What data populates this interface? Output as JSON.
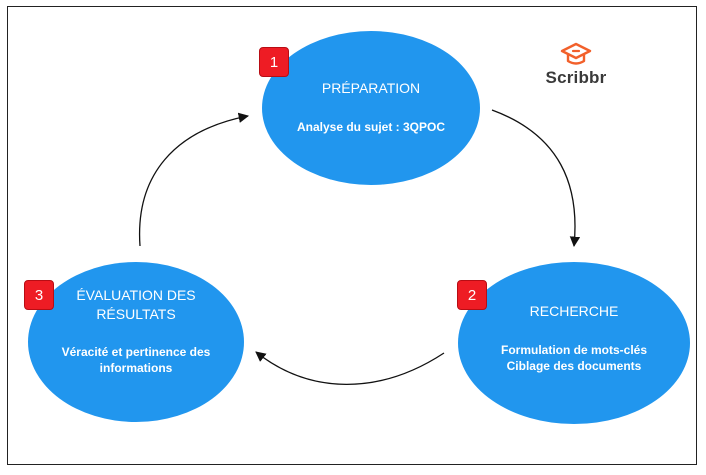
{
  "brand": {
    "name": "Scribbr",
    "icon": "graduation-cap-icon",
    "icon_color": "#f2602b"
  },
  "colors": {
    "ellipse": "#2196ee",
    "badge": "#ee1c24",
    "text_on_ellipse": "#ffffff",
    "arrow": "#111111"
  },
  "steps": [
    {
      "number": "1",
      "title": "PRÉPARATION",
      "subtitle": "Analyse du sujet : 3QPOC"
    },
    {
      "number": "2",
      "title": "RECHERCHE",
      "subtitle": "Formulation de mots-clés Ciblage des documents"
    },
    {
      "number": "3",
      "title": "ÉVALUATION DES RÉSULTATS",
      "subtitle": "Véracité et pertinence des informations"
    }
  ],
  "flow": [
    {
      "from": "1",
      "to": "2"
    },
    {
      "from": "2",
      "to": "3"
    },
    {
      "from": "3",
      "to": "1"
    }
  ]
}
